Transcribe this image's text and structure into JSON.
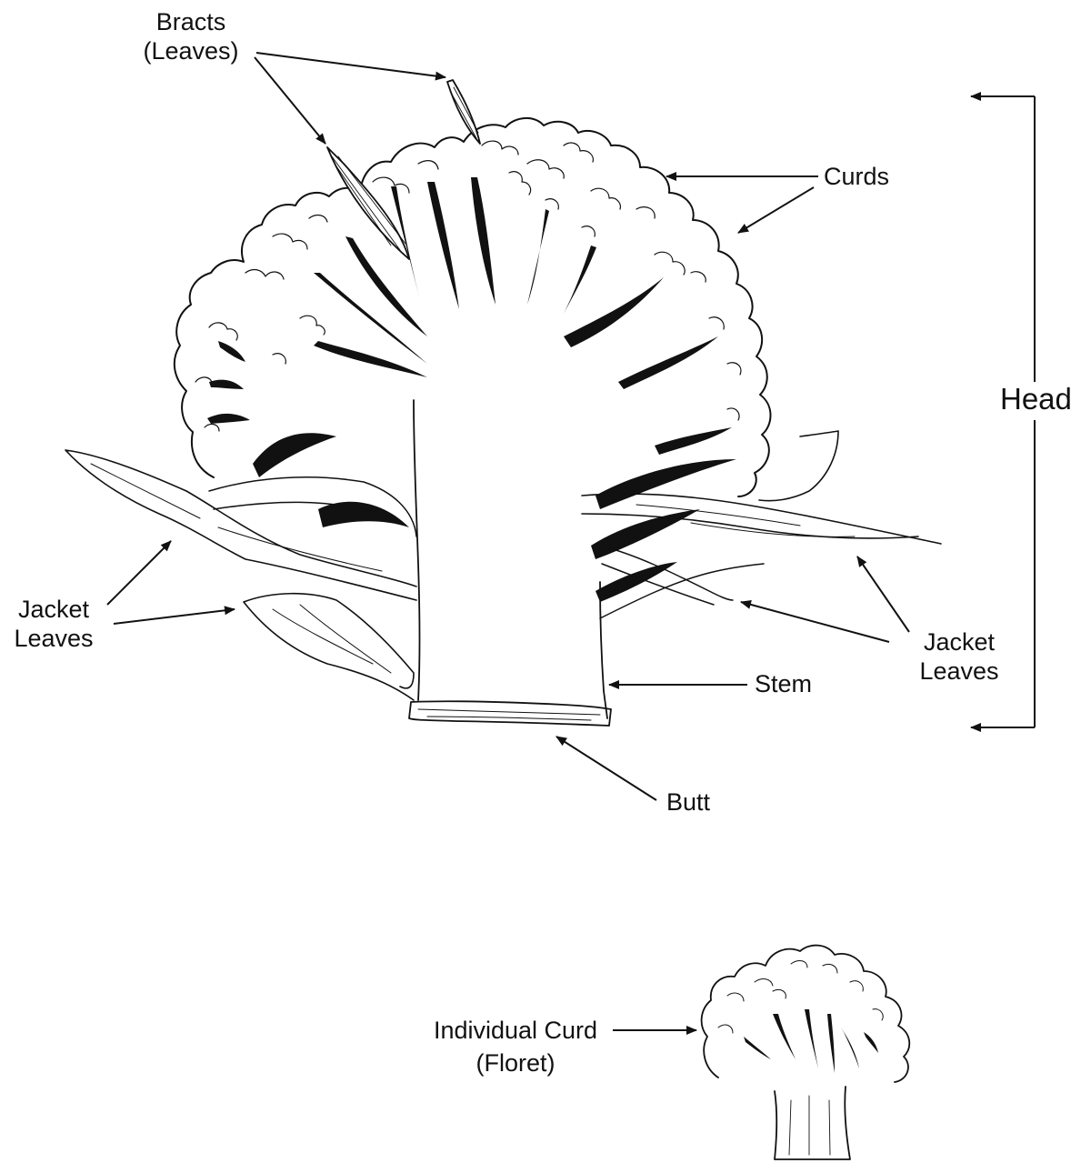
{
  "labels": {
    "bracts_line1": "Bracts",
    "bracts_line2": "(Leaves)",
    "curds": "Curds",
    "head": "Head",
    "jacket_left_line1": "Jacket",
    "jacket_left_line2": "Leaves",
    "jacket_right_line1": "Jacket",
    "jacket_right_line2": "Leaves",
    "stem": "Stem",
    "butt": "Butt",
    "individual_curd_line1": "Individual Curd",
    "individual_curd_line2": "(Floret)"
  },
  "colors": {
    "ink": "#111111",
    "paper": "#ffffff"
  }
}
